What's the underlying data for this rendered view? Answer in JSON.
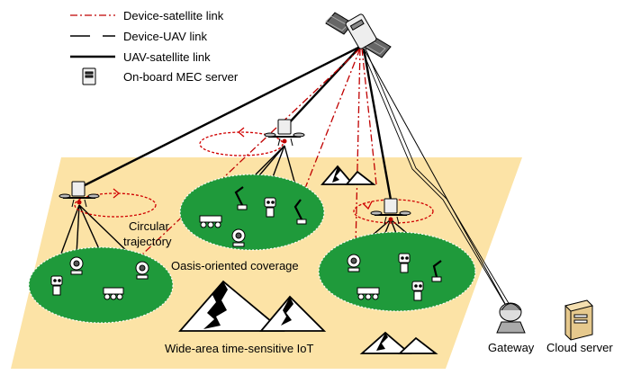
{
  "legend": {
    "device_satellite_link": "Device-satellite link",
    "device_uav_link": "Device-UAV link",
    "uav_satellite_link": "UAV-satellite link",
    "mec_server": "On-board MEC server"
  },
  "labels": {
    "circular_trajectory_line1": "Circular",
    "circular_trajectory_line2": "trajectory",
    "oasis_coverage": "Oasis-oriented coverage",
    "wide_area_iot": "Wide-area time-sensitive IoT",
    "gateway": "Gateway",
    "cloud_server": "Cloud server"
  },
  "colors": {
    "ground": "#FCE3A6",
    "oasis": "#1F9A3B",
    "device_satellite_link": "#C00000",
    "trajectory": "#D00000",
    "link": "#000000"
  }
}
